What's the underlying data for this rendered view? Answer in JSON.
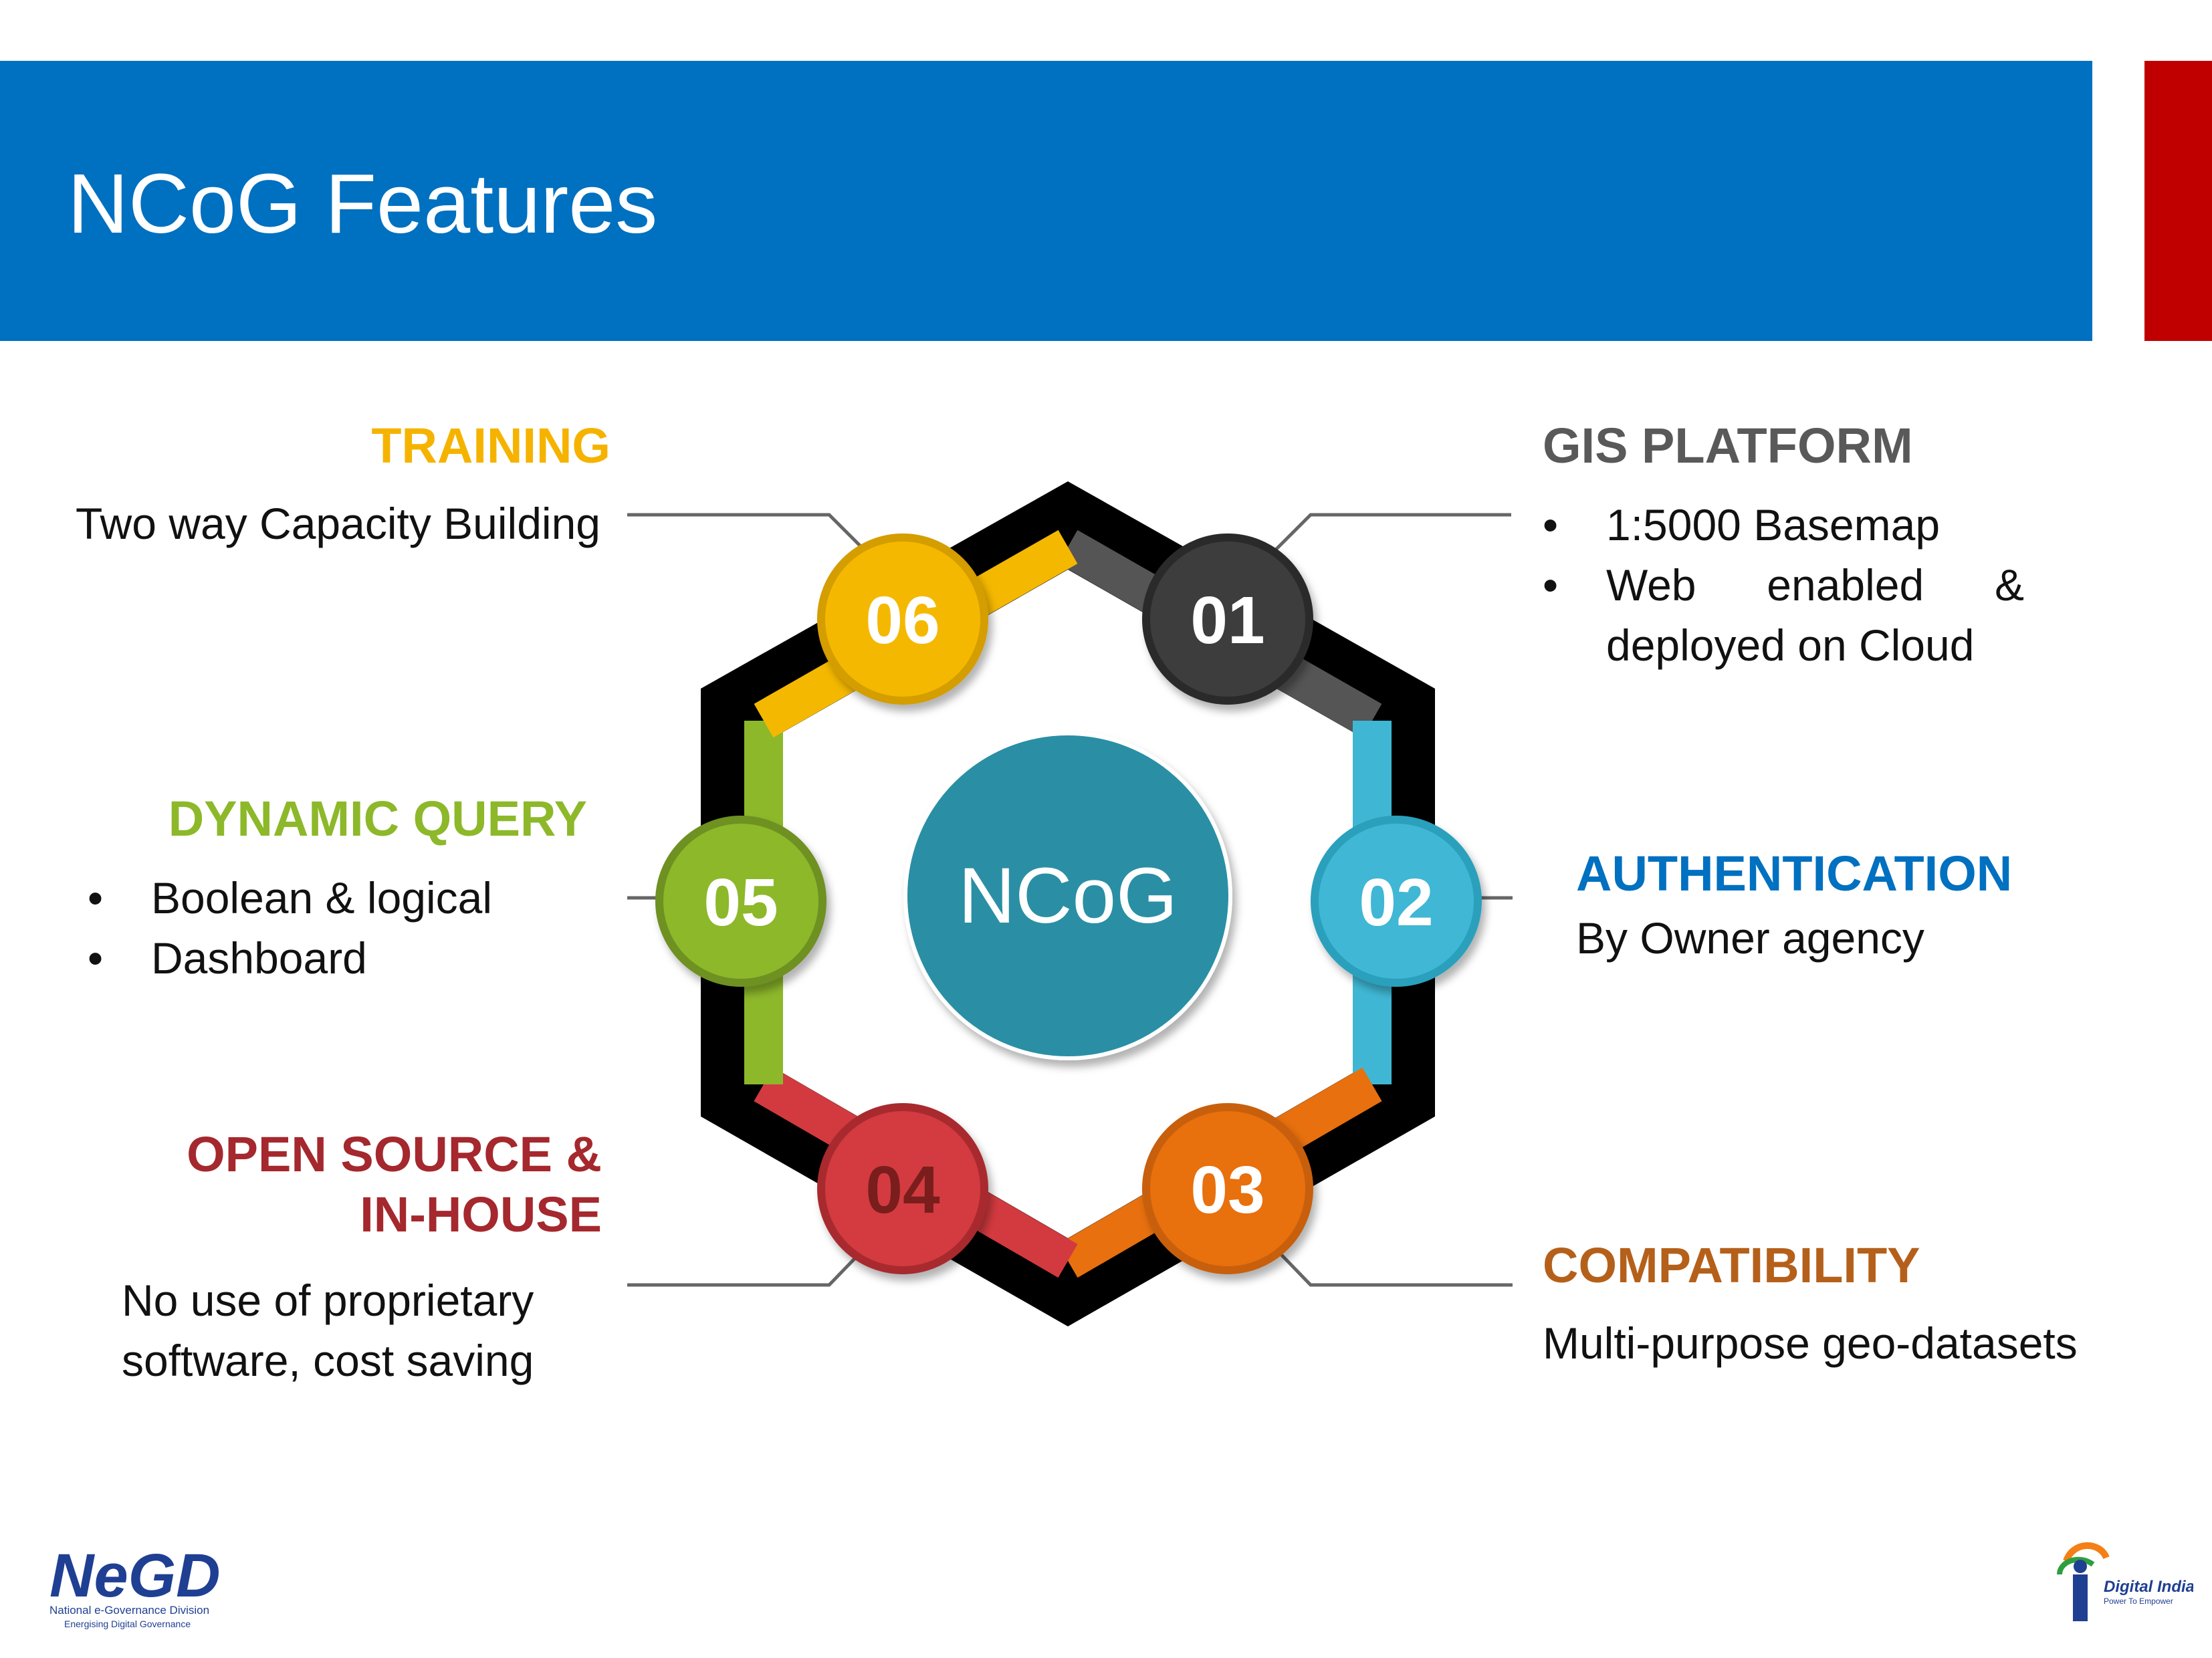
{
  "slide": {
    "title": "NCoG Features",
    "center_label": "NCoG"
  },
  "features": [
    {
      "number": "01",
      "title": "GIS PLATFORM",
      "color": "#3d3d3d",
      "title_color": "#595959",
      "bullets": [
        "1:5000 Basemap",
        "Web enabled & deployed on Cloud"
      ]
    },
    {
      "number": "02",
      "title": "AUTHENTICATION",
      "color": "#3fb7d4",
      "title_color": "#0070c0",
      "description": "By Owner agency"
    },
    {
      "number": "03",
      "title": "COMPATIBILITY",
      "color": "#e8700e",
      "title_color": "#b5601a",
      "description": "Multi-purpose geo-datasets"
    },
    {
      "number": "04",
      "title_line1": "OPEN SOURCE &",
      "title_line2": "IN-HOUSE",
      "color": "#d33a3f",
      "title_color": "#a4282d",
      "description": "No use of proprietary software, cost saving"
    },
    {
      "number": "05",
      "title": "DYNAMIC QUERY",
      "color": "#8db82a",
      "title_color": "#8db82a",
      "bullets": [
        "Boolean & logical",
        "Dashboard"
      ]
    },
    {
      "number": "06",
      "title": "TRAINING",
      "color": "#f5b800",
      "title_color": "#f5b300",
      "description": "Two way Capacity Building"
    }
  ],
  "logos": {
    "negd_mark": "NeGD",
    "negd_name": "National e-Governance Division",
    "negd_tagline": "Energising Digital Governance",
    "di_name": "Digital India",
    "di_tagline": "Power To Empower"
  },
  "colors": {
    "banner": "#0070c0",
    "accent_red": "#c00000",
    "center_circle": "#2b8fa4"
  }
}
